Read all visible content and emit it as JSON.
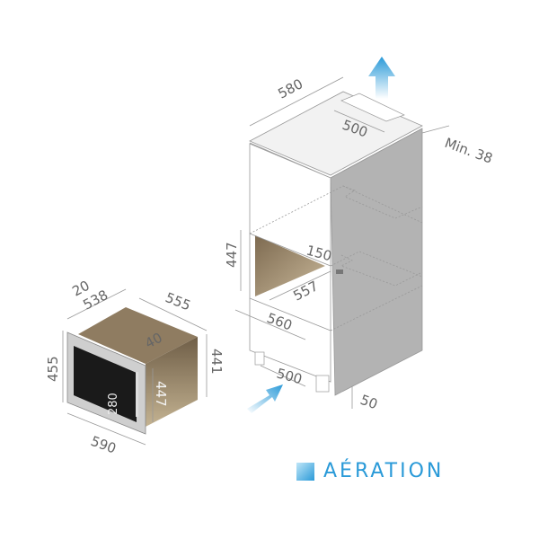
{
  "diagram": {
    "microwave_dims": {
      "frame_depth": "20",
      "body_width": "538",
      "body_depth": "555",
      "front_height": "455",
      "body_height": "441",
      "frame_offset": "40",
      "cavity_height": "447",
      "door_height": "280",
      "front_width": "590"
    },
    "cabinet_dims": {
      "width": "580",
      "top_vent": "500",
      "top_clearance": "Min. 38",
      "opening_height": "447",
      "rear_gap": "150",
      "opening_depth": "557",
      "opening_width": "560",
      "bottom_vent": "500",
      "plinth": "50"
    },
    "colors": {
      "airflow": "#2a9ad8",
      "body": "#a89476",
      "side_panel": "#b3b3b3"
    }
  },
  "legend": {
    "label": "AÉRATION"
  }
}
